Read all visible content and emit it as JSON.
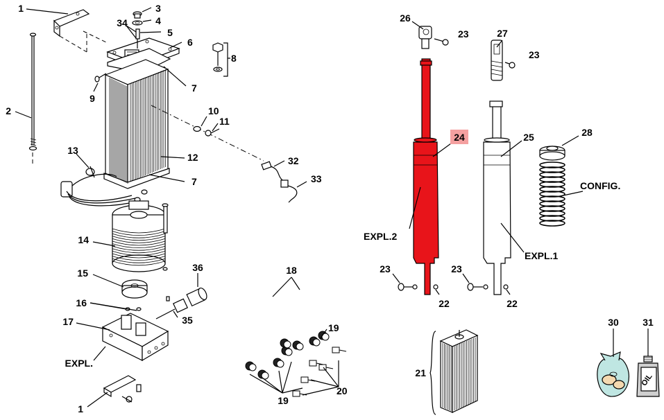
{
  "highlight_color": "#e8141a",
  "highlight_box_color": "#f4a0a0",
  "labels": {
    "p1": "1",
    "p1b": "1",
    "p2": "2",
    "p3": "3",
    "p4": "4",
    "p5": "5",
    "p6": "6",
    "p7": "7",
    "p7b": "7",
    "p8": "8",
    "p9": "9",
    "p10": "10",
    "p11": "11",
    "p12": "12",
    "p13": "13",
    "p14": "14",
    "p15": "15",
    "p16": "16",
    "p17": "17",
    "p18": "18",
    "p19a": "19",
    "p19b": "19",
    "p20": "20",
    "p21": "21",
    "p22a": "22",
    "p22b": "22",
    "p23a": "23",
    "p23b": "23",
    "p23c": "23",
    "p23d": "23",
    "p24": "24",
    "p25": "25",
    "p26": "26",
    "p27": "27",
    "p28": "28",
    "p30": "30",
    "p31": "31",
    "p32": "32",
    "p33": "33",
    "p34": "34",
    "p35": "35",
    "p36": "36",
    "expl": "EXPL.",
    "expl1": "EXPL.1",
    "expl2": "EXPL.2",
    "config": "CONFIG."
  },
  "oil_label": "OIL"
}
